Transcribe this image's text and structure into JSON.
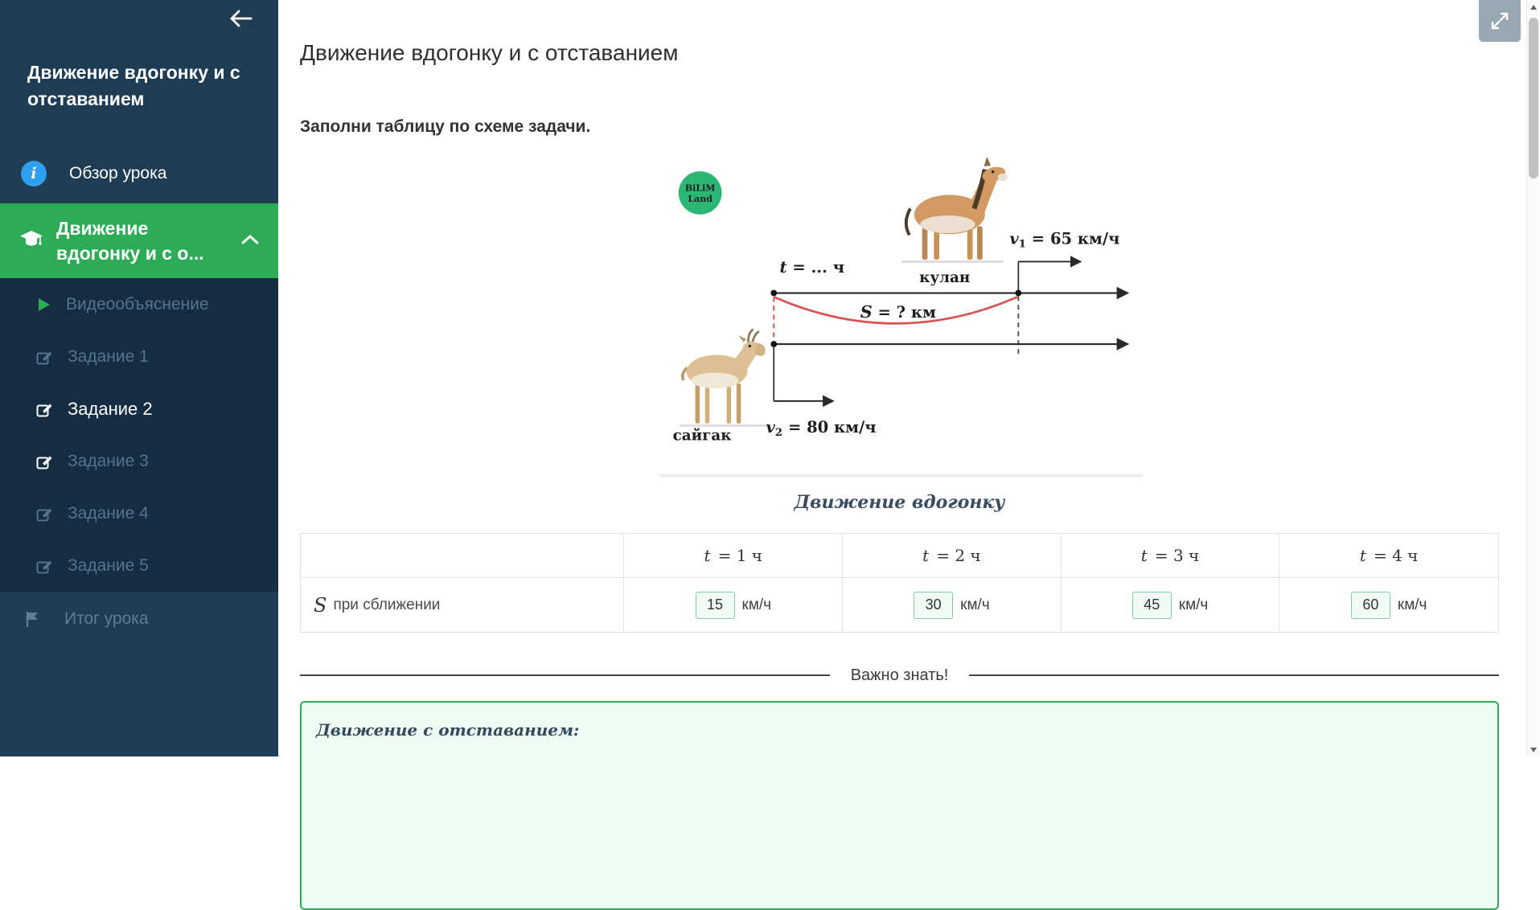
{
  "sidebar": {
    "title": "Движение вдогонку и с отставанием",
    "overview": "Обзор урока",
    "section": "Движение вдогонку и с о...",
    "items": [
      {
        "label": "Видеообъяснение"
      },
      {
        "label": "Задание 1"
      },
      {
        "label": "Задание 2"
      },
      {
        "label": "Задание 3"
      },
      {
        "label": "Задание 4"
      },
      {
        "label": "Задание 5"
      }
    ],
    "summary": "Итог урока"
  },
  "main": {
    "title": "Движение вдогонку и с отставанием",
    "instruction": "Заполни таблицу по схеме задачи.",
    "diagram": {
      "logo_line1": "BiLiM",
      "logo_line2": "Land",
      "top_animal": "кулан",
      "bottom_animal": "сайгак",
      "v1_var": "v",
      "v1_sub": "1",
      "v1_val": " = 65 км/ч",
      "v2_var": "v",
      "v2_sub": "2",
      "v2_val": " = 80 км/ч",
      "t_var": "t",
      "t_val": " = ... ч",
      "s_var": "S",
      "s_val": " = ? км"
    },
    "table_title": "Движение вдогонку",
    "table": {
      "row_symbol": "S",
      "row_label": "при сближении",
      "unit": "км/ч",
      "cols": [
        {
          "header_var": "t",
          "header_rest": " = 1 ч",
          "value": "15"
        },
        {
          "header_var": "t",
          "header_rest": " = 2 ч",
          "value": "30"
        },
        {
          "header_var": "t",
          "header_rest": " = 3 ч",
          "value": "45"
        },
        {
          "header_var": "t",
          "header_rest": " = 4 ч",
          "value": "60"
        }
      ]
    },
    "divider": "Важно знать!",
    "note_title": "Движение с отставанием:"
  },
  "colors": {
    "accent_green": "#2eab57",
    "sidebar_navy": "#1e3c54",
    "curve_red": "#d85454"
  }
}
